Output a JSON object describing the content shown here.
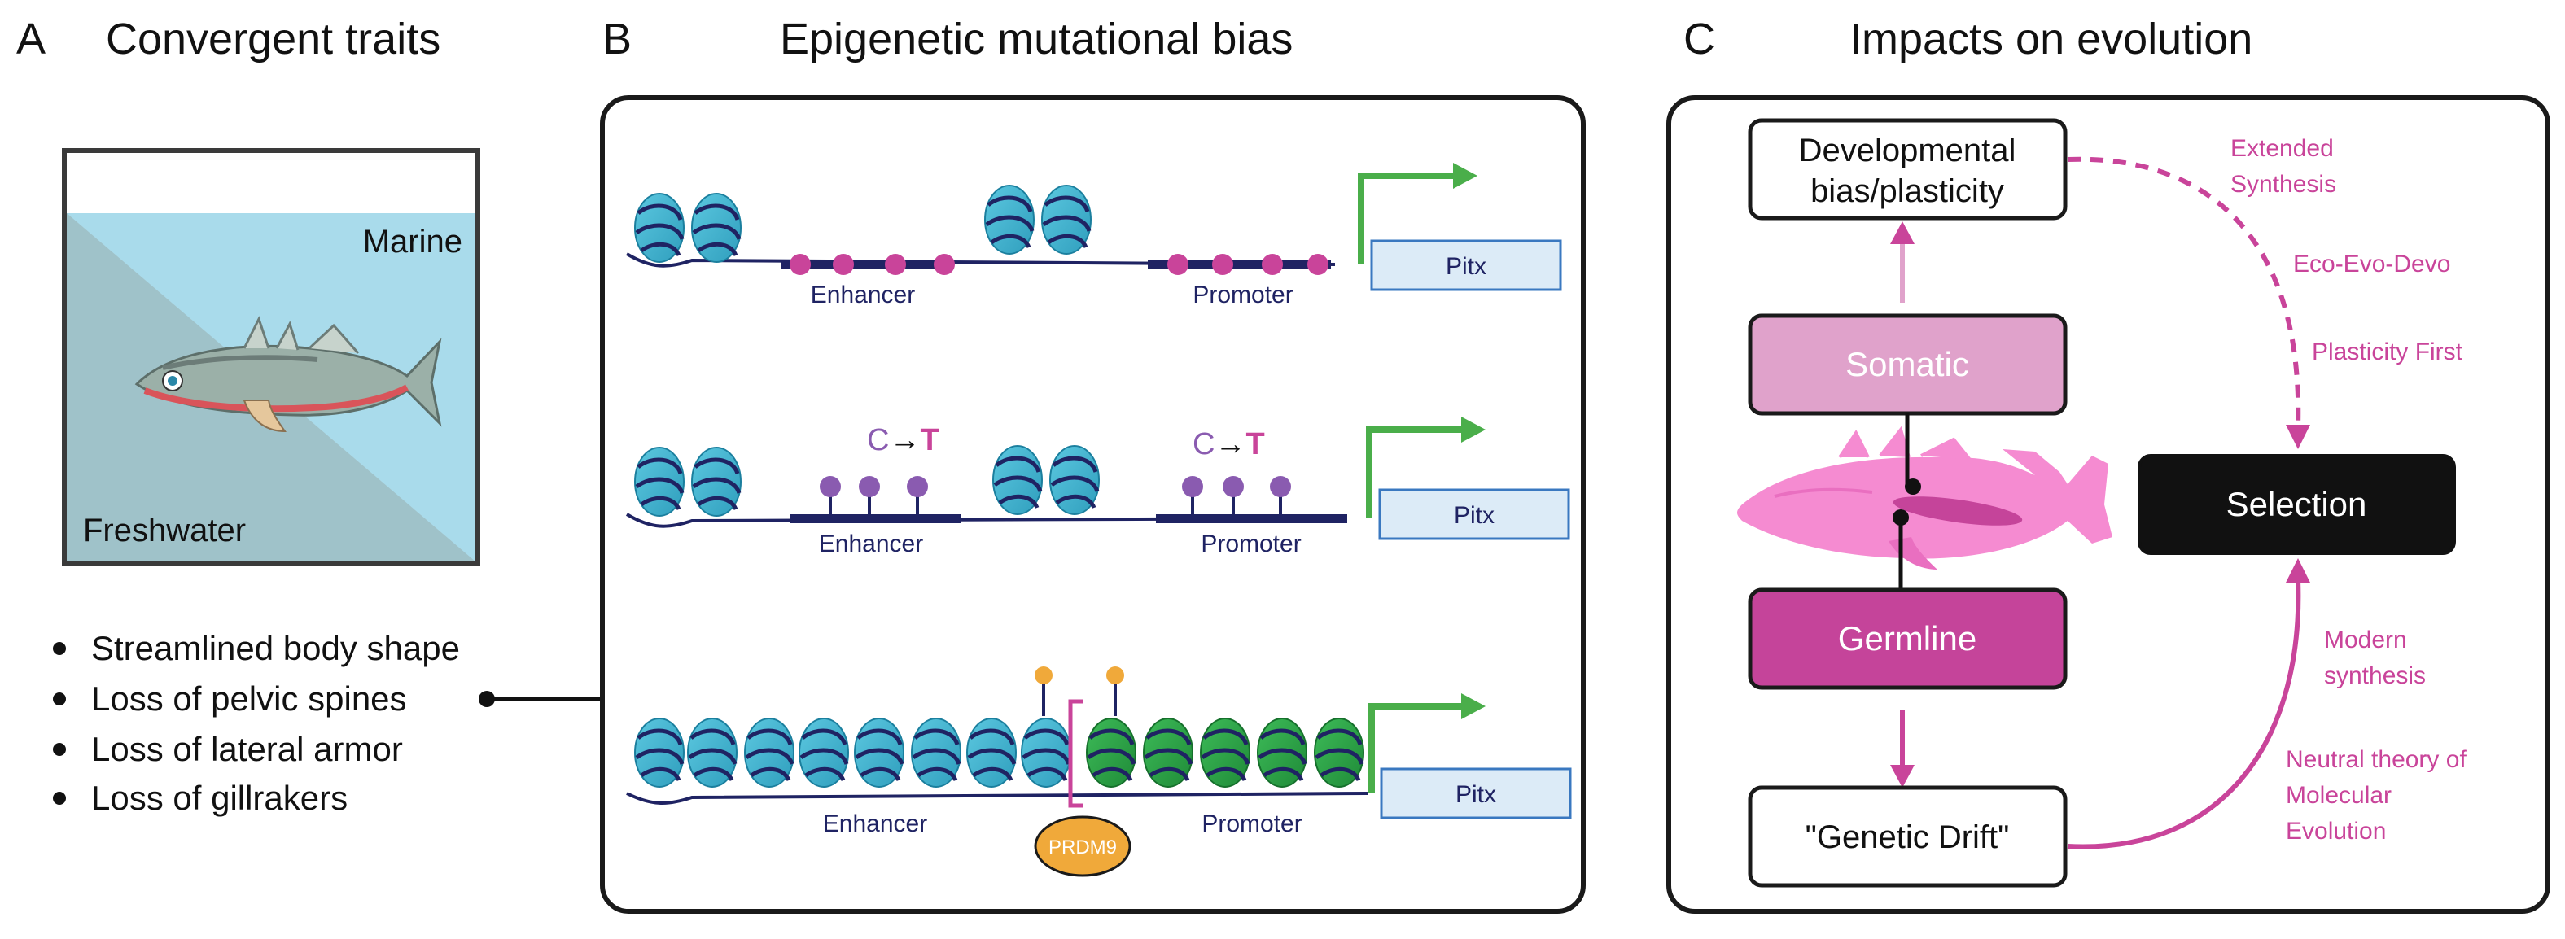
{
  "panelA": {
    "letter": "A",
    "title": "Convergent traits",
    "habitat_top": "Marine",
    "habitat_bottom": "Freshwater",
    "traits": [
      "Streamlined body shape",
      "Loss of pelvic spines",
      "Loss of lateral armor",
      "Loss of gillrakers"
    ]
  },
  "panelB": {
    "letter": "B",
    "title": "Epigenetic mutational bias",
    "gene_label": "Pitx",
    "enhancer_label": "Enhancer",
    "promoter_label": "Promoter",
    "mutation_c": "C",
    "mutation_arrow": "→",
    "mutation_t": "T",
    "prdm9_label": "PRDM9"
  },
  "panelC": {
    "letter": "C",
    "title": "Impacts on evolution",
    "dev_bias_line1": "Developmental",
    "dev_bias_line2": "bias/plasticity",
    "somatic": "Somatic",
    "germline": "Germline",
    "genetic_drift": "\"Genetic Drift\"",
    "selection": "Selection",
    "extended_line1": "Extended",
    "extended_line2": "Synthesis",
    "eco_evo_devo": "Eco-Evo-Devo",
    "plasticity_first": "Plasticity First",
    "modern_line1": "Modern",
    "modern_line2": "synthesis",
    "neutral_line1": "Neutral theory of",
    "neutral_line2": "Molecular",
    "neutral_line3": "Evolution"
  },
  "colors": {
    "nucleosome": "#4bb8d2",
    "nucleosome_dark": "#1e8fae",
    "nucleosome_green": "#2fa84a",
    "dna": "#1f2363",
    "pink": "#c9449a",
    "purple": "#8a5bb0",
    "orange": "#f0a93a",
    "arrow_green": "#4aae4a",
    "gene_box": "#dcebf7",
    "gene_border": "#3a78c0",
    "somatic": "#e0a2cb",
    "germline": "#c5449a",
    "fish_pink": "#f58bd1"
  }
}
